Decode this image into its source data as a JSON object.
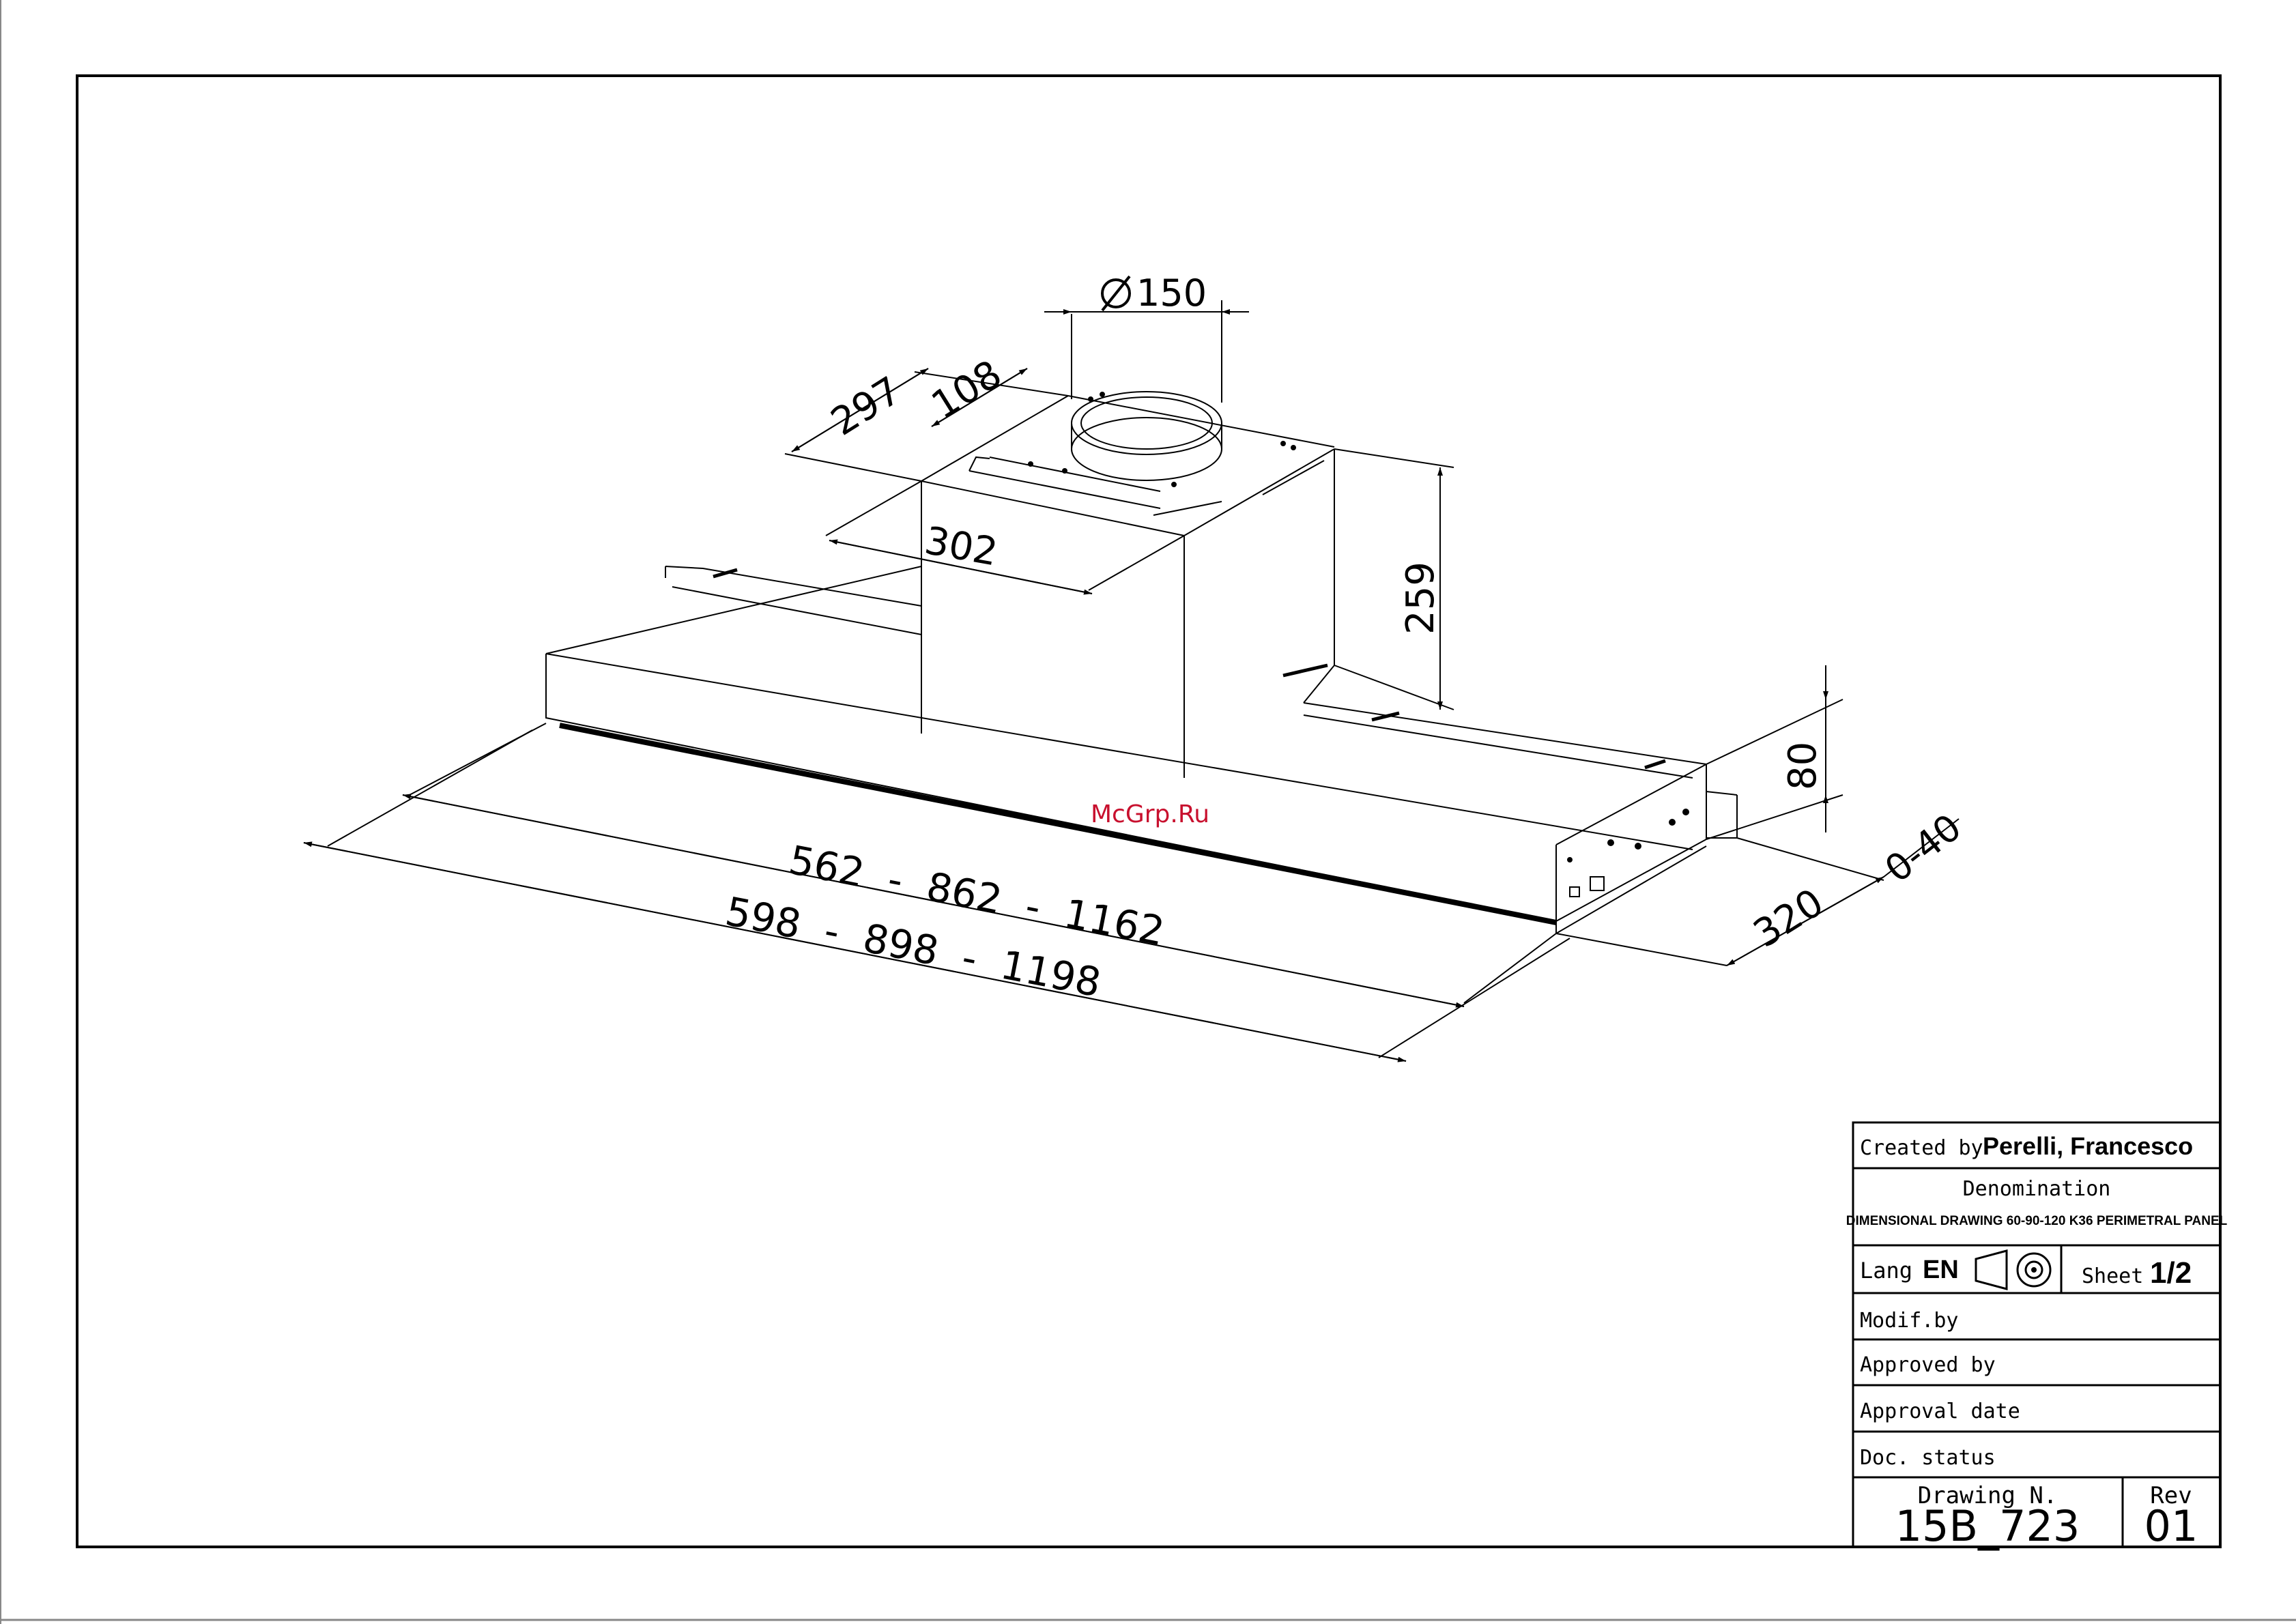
{
  "watermark": "McGrp.Ru",
  "dimensions": {
    "diameter": "150",
    "depth_top": "297",
    "offset_top": "108",
    "chimney_width": "302",
    "chimney_height": "259",
    "panel_height": "80",
    "adjust": "0-40",
    "depth": "320",
    "inner_width": "562  -  862  -  1162",
    "outer_width": "598  -  898  -  1198"
  },
  "title_block": {
    "created_by_label": "Created by",
    "created_by_value": "Perelli, Francesco",
    "denomination_label": "Denomination",
    "denomination_value": "DIMENSIONAL DRAWING 60-90-120 K36 PERIMETRAL PANEL",
    "lang_label": "Lang",
    "lang_value": "EN",
    "sheet_label": "Sheet",
    "sheet_value": "1/2",
    "modif_label": "Modif.by",
    "approved_label": "Approved by",
    "approval_date_label": "Approval date",
    "doc_status_label": "Doc. status",
    "drawing_label": "Drawing N.",
    "drawing_value": "15B_723",
    "rev_label": "Rev",
    "rev_value": "01"
  }
}
